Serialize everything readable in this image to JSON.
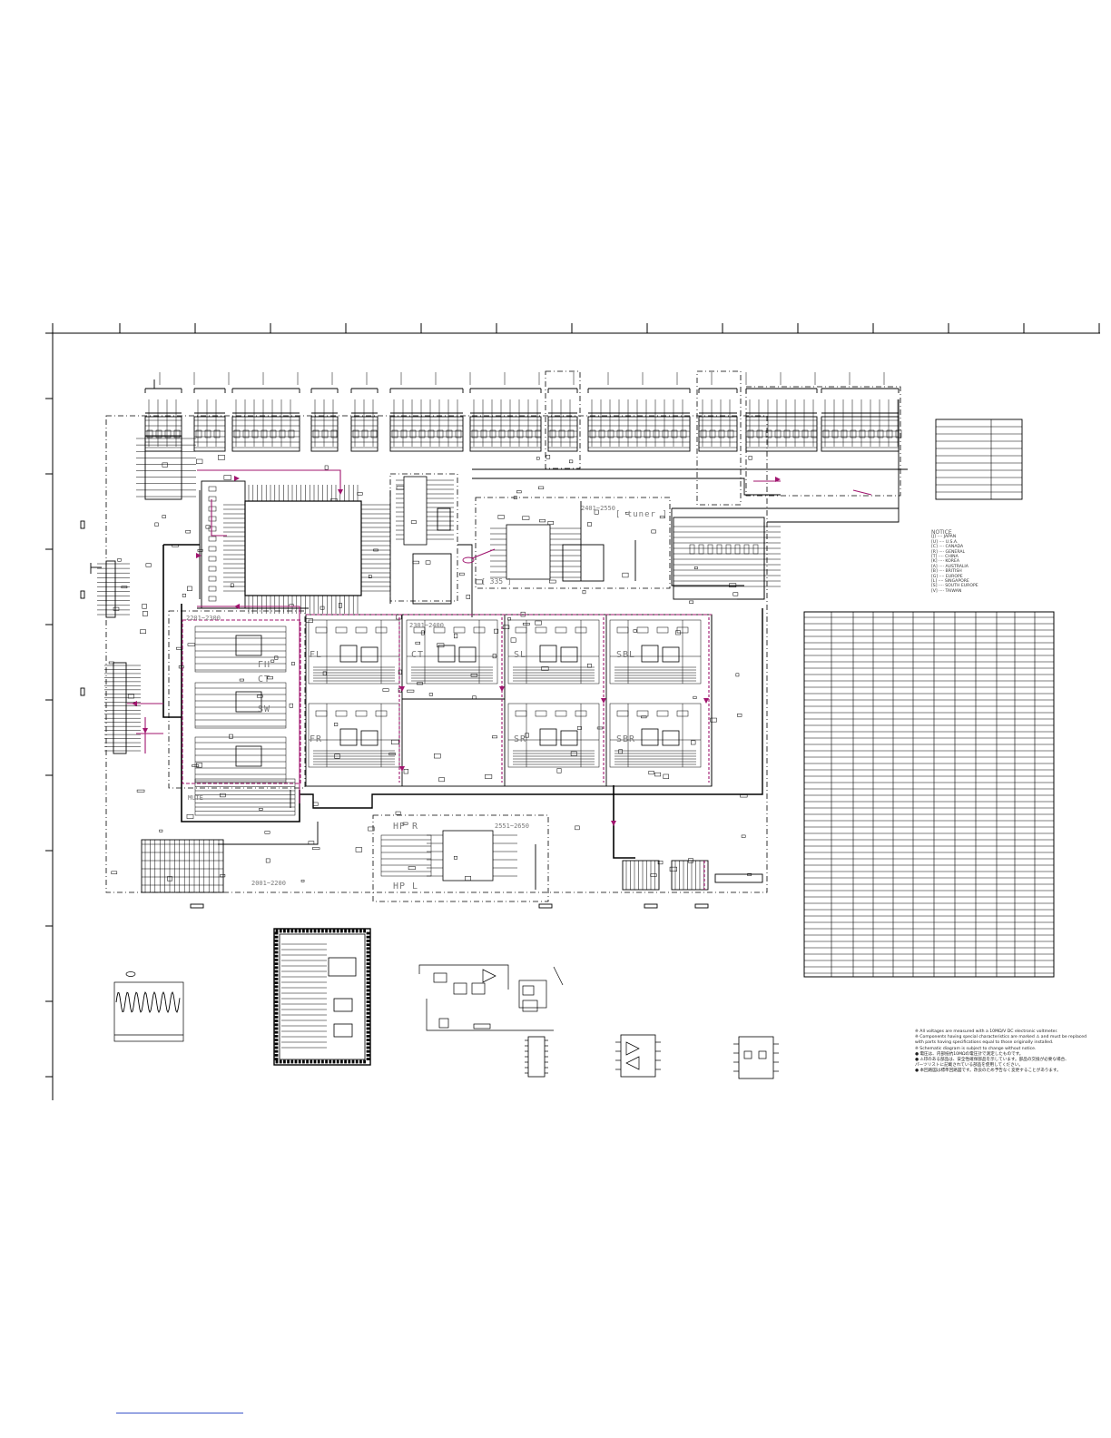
{
  "tuner_label": "[ tuner ]",
  "tuner_range": "2401~2550",
  "ref_label_335": "[ 335 ]",
  "range_2201": "2201~2300",
  "range_2301": "2301~2400",
  "range_2001": "2001~2200",
  "range_2551": "2551~2650",
  "channels": {
    "fl": "FL",
    "fr": "FR",
    "ct": "CT",
    "sl": "SL",
    "sr": "SR",
    "sbl": "SBL",
    "sbr": "SBR",
    "fh": "FH",
    "ct2": "CT",
    "sw": "SW",
    "mute": "MUTE",
    "hp_r": "HP R",
    "hp_l": "HP L"
  },
  "notice": {
    "title": "NOTICE",
    "lines": [
      "[J] ···· JAPAN",
      "[U] ···· U.S.A.",
      "[C] ···· CANADA",
      "[R] ···· GENERAL",
      "[T] ···· CHINA",
      "[K] ···· KOREA",
      "[A] ···· AUSTRALIA",
      "[B] ···· BRITISH",
      "[G] ···· EUROPE",
      "[L] ···· SINGAPORE",
      "[S] ···· SOUTH EUROPE",
      "[V] ···· TAIWAN"
    ]
  },
  "notes": [
    "※ All voltages are measured with a 10MΩ/V DC electronic voltmeter.",
    "※ Components having special characteristics are marked ⚠ and must be replaced",
    "   with parts having specifications equal to those originally installed.",
    "※ Schematic diagram is subject to change without notice.",
    "● 電圧は、内部抵抗10MΩの電圧計で測定したものです。",
    "● ⚠印のある部品は、安全性確保部品を示しています。部品の交換が必要な場合、",
    "   パーツリストに記載されている部品を使用してください。",
    "● 本回路図は標準回路図です。改良のため予告なく変更することがあります。"
  ],
  "colors": {
    "line": "#000000",
    "signal": "#a0146e",
    "border": "#111111"
  }
}
